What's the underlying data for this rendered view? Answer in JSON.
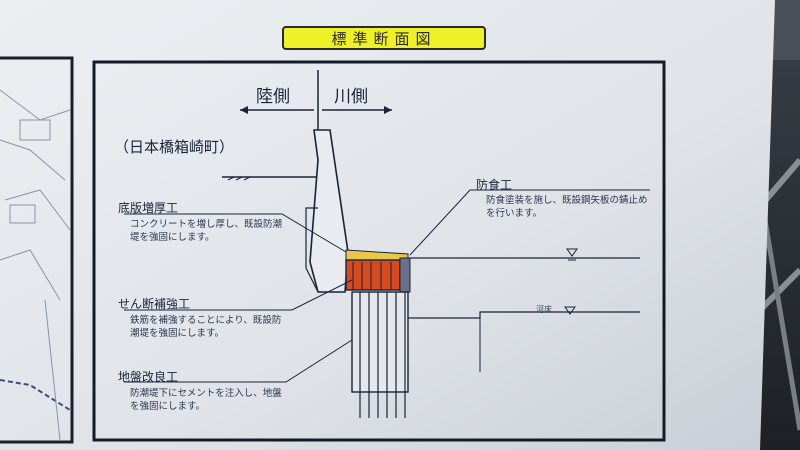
{
  "sign": {
    "title": "標準断面図",
    "side_land": "陸側",
    "side_river": "川側",
    "location": "（日本橋箱崎町）"
  },
  "callouts": [
    {
      "heading": "底版増厚工",
      "text": "コンクリートを増し厚し、既設防潮堤を強固にします。"
    },
    {
      "heading": "せん断補強工",
      "text": "鉄筋を補強することにより、既設防潮堤を強固にします。"
    },
    {
      "heading": "地盤改良工",
      "text": "防潮堤下にセメントを注入し、地盤を強固にします。"
    },
    {
      "heading": "防食工",
      "text": "防食塗装を施し、既設鋼矢板の錆止めを行います。"
    }
  ],
  "riverbed_label": "河床",
  "colors": {
    "badge": "#eef02a",
    "board": "#e9ecef",
    "concrete_fill": "#d64a1f",
    "thickening": "#e8c84a",
    "ink": "#1a2238"
  }
}
